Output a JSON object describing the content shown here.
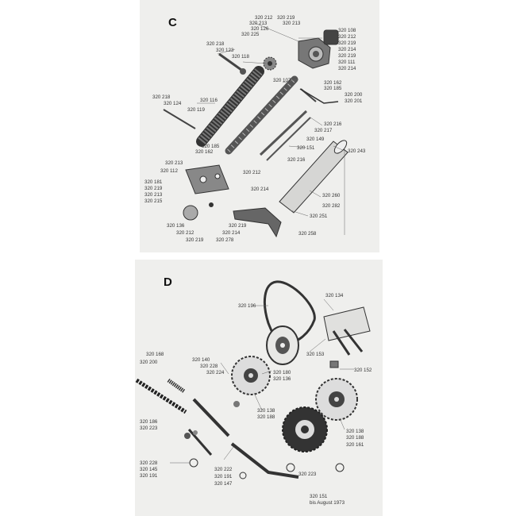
{
  "diagram": {
    "panels": [
      {
        "letter": "C",
        "labels": [
          {
            "text": "320 212"
          },
          {
            "text": "320 219"
          },
          {
            "text": "320 213"
          },
          {
            "text": "320 213"
          },
          {
            "text": "320 126"
          },
          {
            "text": "320 225"
          },
          {
            "text": "320 108"
          },
          {
            "text": "320 212"
          },
          {
            "text": "320 219"
          },
          {
            "text": "320 214"
          },
          {
            "text": "320 219"
          },
          {
            "text": "320 111"
          },
          {
            "text": "320 214"
          },
          {
            "text": "320 218"
          },
          {
            "text": "320 123"
          },
          {
            "text": "320 118"
          },
          {
            "text": "320 107"
          },
          {
            "text": "320 162"
          },
          {
            "text": "320 185"
          },
          {
            "text": "320 218"
          },
          {
            "text": "320 124"
          },
          {
            "text": "320 116"
          },
          {
            "text": "320 119"
          },
          {
            "text": "320 200"
          },
          {
            "text": "320 201"
          },
          {
            "text": "320 216"
          },
          {
            "text": "320 217"
          },
          {
            "text": "320 149"
          },
          {
            "text": "320 151"
          },
          {
            "text": "320 243"
          },
          {
            "text": "320 185"
          },
          {
            "text": "320 162"
          },
          {
            "text": "320 216"
          },
          {
            "text": "320 213"
          },
          {
            "text": "320 112"
          },
          {
            "text": "320 212"
          },
          {
            "text": "320 181"
          },
          {
            "text": "320 214"
          },
          {
            "text": "320 219"
          },
          {
            "text": "320 213"
          },
          {
            "text": "320 215"
          },
          {
            "text": "320 260"
          },
          {
            "text": "320 282"
          },
          {
            "text": "320 251"
          },
          {
            "text": "320 136"
          },
          {
            "text": "320 212"
          },
          {
            "text": "320 219"
          },
          {
            "text": "320 219"
          },
          {
            "text": "320 214"
          },
          {
            "text": "320 278"
          },
          {
            "text": "320 258"
          }
        ]
      },
      {
        "letter": "D",
        "labels": [
          {
            "text": "320 196"
          },
          {
            "text": "320 134"
          },
          {
            "text": "320 153"
          },
          {
            "text": "320 152"
          },
          {
            "text": "320 168"
          },
          {
            "text": "320 200"
          },
          {
            "text": "320 140"
          },
          {
            "text": "320 228"
          },
          {
            "text": "320 224"
          },
          {
            "text": "320 180"
          },
          {
            "text": "320 136"
          },
          {
            "text": "320 138"
          },
          {
            "text": "320 188"
          },
          {
            "text": "320 186"
          },
          {
            "text": "320 223"
          },
          {
            "text": "320 138"
          },
          {
            "text": "320 188"
          },
          {
            "text": "320 161"
          },
          {
            "text": "320 228"
          },
          {
            "text": "320 145"
          },
          {
            "text": "320 191"
          },
          {
            "text": "320 222"
          },
          {
            "text": "320 191"
          },
          {
            "text": "320 147"
          },
          {
            "text": "320 223"
          },
          {
            "text": "320 151"
          }
        ],
        "note": "bis August 1973"
      }
    ]
  }
}
